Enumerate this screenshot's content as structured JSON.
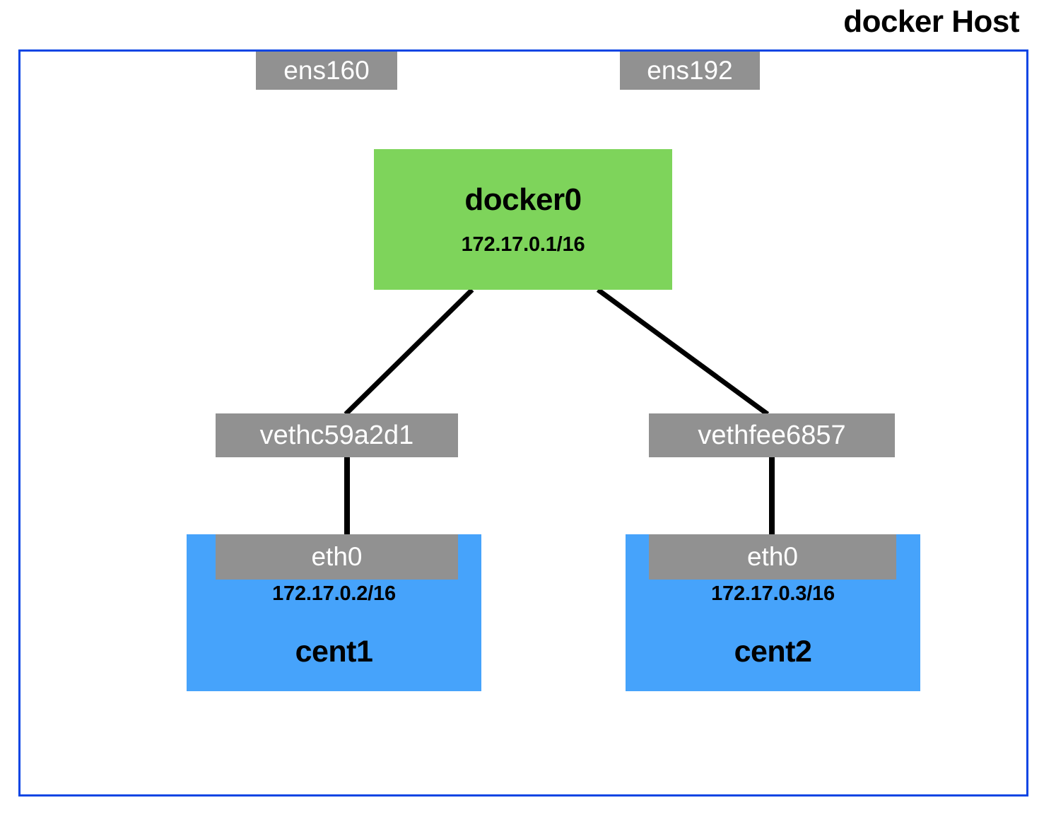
{
  "diagram": {
    "title": "docker Host",
    "accent_border_color": "#0b45e4",
    "bridge_color": "#7ed45b",
    "container_color": "#46a3fb",
    "interface_color": "#919191",
    "link_color": "#000000"
  },
  "host_interfaces": [
    {
      "name": "ens160"
    },
    {
      "name": "ens192"
    }
  ],
  "bridge": {
    "name": "docker0",
    "address": "172.17.0.1/16"
  },
  "veth_pairs": [
    {
      "name": "vethc59a2d1"
    },
    {
      "name": "vethfee6857"
    }
  ],
  "containers": [
    {
      "name": "cent1",
      "interface": "eth0",
      "address": "172.17.0.2/16"
    },
    {
      "name": "cent2",
      "interface": "eth0",
      "address": "172.17.0.3/16"
    }
  ],
  "links": [
    {
      "from": "docker0",
      "to": "vethc59a2d1",
      "style": "diagonal"
    },
    {
      "from": "docker0",
      "to": "vethfee6857",
      "style": "diagonal"
    },
    {
      "from": "vethc59a2d1",
      "to": "cent1-eth0",
      "style": "vertical"
    },
    {
      "from": "vethfee6857",
      "to": "cent2-eth0",
      "style": "vertical"
    }
  ]
}
